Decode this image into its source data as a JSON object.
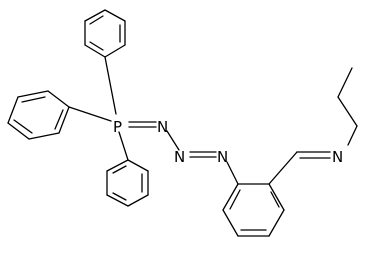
{
  "atoms": {
    "phosphorus": "P",
    "ylide_nitrogen": "N",
    "triazene_middle_nitrogen": "N",
    "triazene_terminal_nitrogen": "N",
    "imine_nitrogen": "N"
  }
}
